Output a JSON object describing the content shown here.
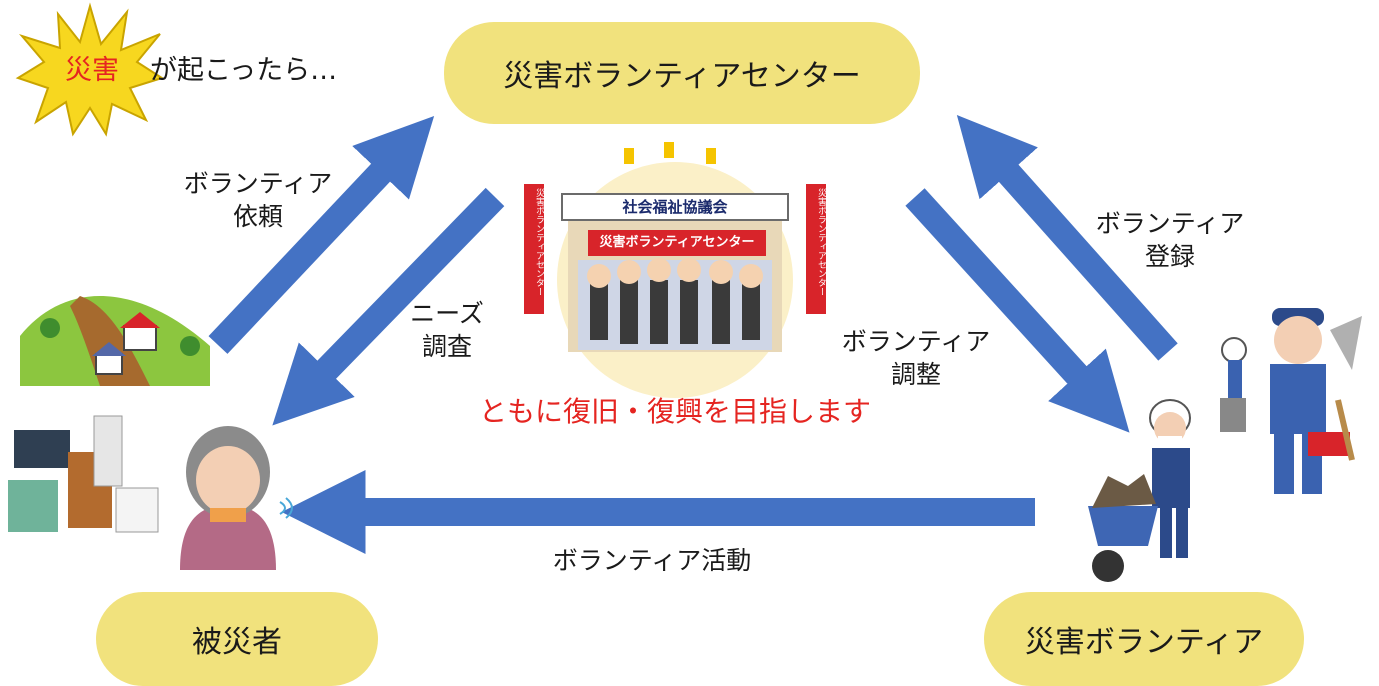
{
  "header": {
    "burst_word": "災害",
    "burst_caption": "が起こったら…"
  },
  "nodes": {
    "center": "災害ボランティアセンター",
    "victims": "被災者",
    "volunteers": "災害ボランティア"
  },
  "edges": {
    "request": "ボランティア\n依頼",
    "needs": "ニーズ\n調査",
    "coordination": "ボランティア\n調整",
    "registration": "ボランティア\n登録",
    "activity": "ボランティア活動"
  },
  "illustration": {
    "banner_top": "社会福祉協議会",
    "banner_middle": "災害ボランティアセンター",
    "side_flag": "災害ボランティアセンター"
  },
  "slogan": "ともに復旧・復興を目指します",
  "colors": {
    "pill": "#f1e27d",
    "arrow": "#4472c4",
    "accent_red": "#e52521",
    "burst": "#f7d71f"
  }
}
